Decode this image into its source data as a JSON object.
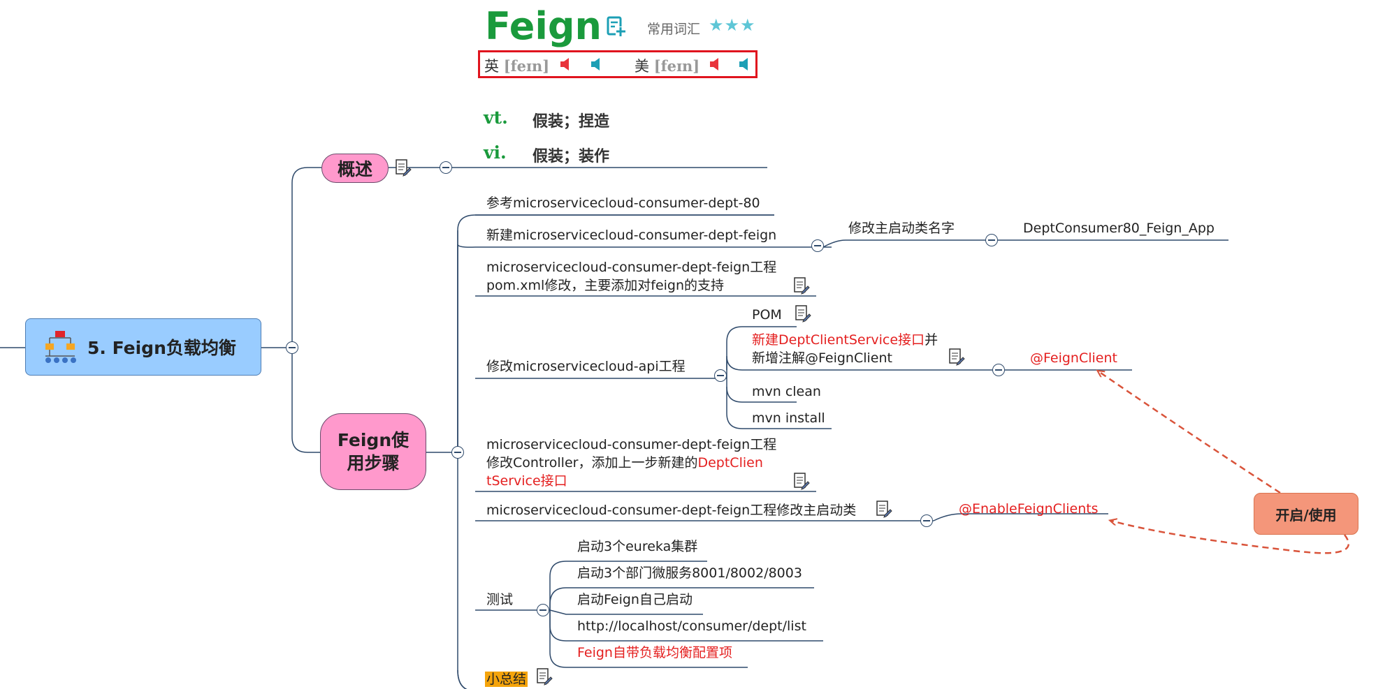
{
  "root": {
    "label": "5. Feign负载均衡"
  },
  "overview": {
    "label": "概述",
    "dict": {
      "word": "Feign",
      "category": "常用词汇",
      "stars": "★★★",
      "uk_label": "英",
      "uk_ipa": "[feɪn]",
      "us_label": "美",
      "us_ipa": "[feɪn]",
      "senses": [
        {
          "pos": "vt.",
          "meaning": "假装；捏造"
        },
        {
          "pos": "vi.",
          "meaning": "假装；装作"
        }
      ]
    }
  },
  "steps": {
    "label": "Feign使用步骤",
    "items": {
      "ref": "参考microservicecloud-consumer-dept-80",
      "new_project": "新建microservicecloud-consumer-dept-feign",
      "rename_main": "修改主启动类名字",
      "main_class": "DeptConsumer80_Feign_App",
      "pom_line1": "microservicecloud-consumer-dept-feign工程",
      "pom_line2": "pom.xml修改，主要添加对feign的支持",
      "api_project": "修改microservicecloud-api工程",
      "api_pom": "POM",
      "api_new_prefix": "新建DeptClientService接口",
      "api_new_suffix": "并",
      "api_new_line2": "新增注解@FeignClient",
      "feign_client": "@FeignClient",
      "mvn_clean": "mvn clean",
      "mvn_install": "mvn install",
      "ctrl_line1": "microservicecloud-consumer-dept-feign工程",
      "ctrl_line2_prefix": "修改Controller，添加上一步新建的",
      "ctrl_line2_red": "DeptClien",
      "ctrl_line3_red": "tService接口",
      "main_modify": "microservicecloud-consumer-dept-feign工程修改主启动类",
      "enable_clients": "@EnableFeignClients",
      "test": "测试",
      "test_items": {
        "t1": "启动3个eureka集群",
        "t2": "启动3个部门微服务8001/8002/8003",
        "t3": "启动Feign自己启动",
        "t4": "http://localhost/consumer/dept/list",
        "t5": "Feign自带负载均衡配置项"
      },
      "summary": "小总结"
    }
  },
  "callout": {
    "label": "开启/使用"
  },
  "colors": {
    "root_fill": "#99ccff",
    "pink_fill": "#ff99cc",
    "callout_fill": "#f4967a",
    "highlight_red": "#e41f1f",
    "summary_highlight": "#f5a40b",
    "dict_green": "#1a9a3c",
    "line_color": "#2f4a6b",
    "arrow_color": "#d9533a"
  },
  "icons": [
    "org-chart-icon",
    "note-icon",
    "collapse-icon",
    "add-to-wordbook-icon",
    "speaker-icon"
  ]
}
